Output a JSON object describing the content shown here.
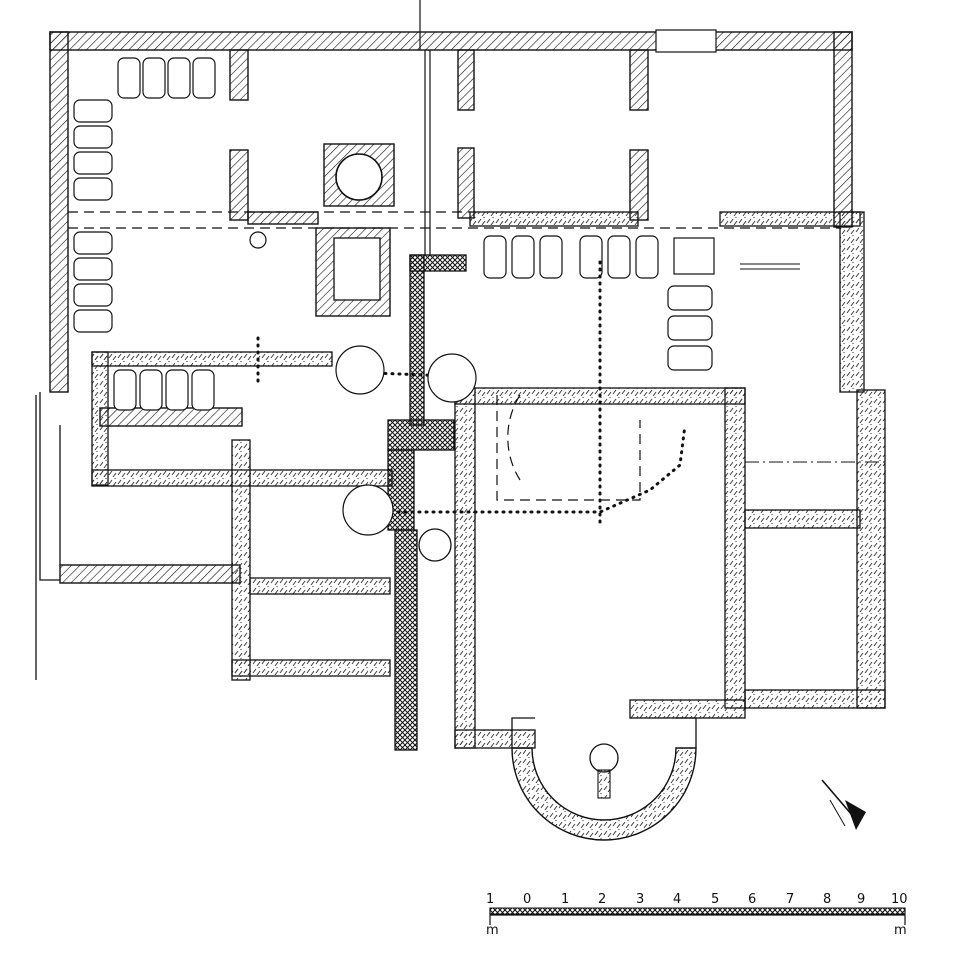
{
  "scale_bar": {
    "ticks": [
      "1",
      "0",
      "1",
      "2",
      "3",
      "4",
      "5",
      "6",
      "7",
      "8",
      "9",
      "10"
    ],
    "unit_left": "m",
    "unit_right": "m"
  },
  "colors": {
    "ink": "#111111",
    "paper": "#ffffff"
  },
  "icons": {
    "north_arrow": "north-arrow-icon"
  }
}
